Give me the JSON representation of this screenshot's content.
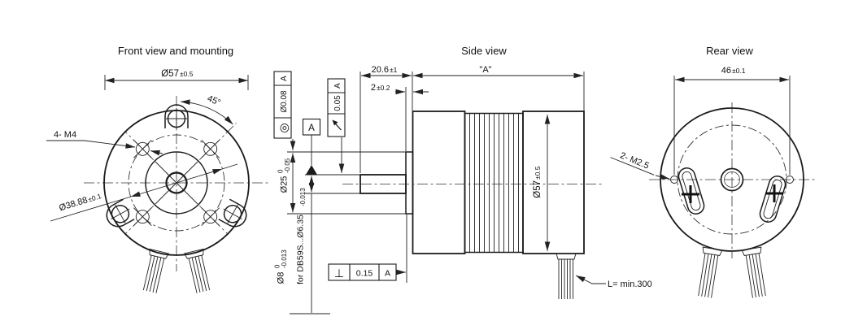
{
  "colors": {
    "line": "#1c1c1c",
    "background": "#ffffff"
  },
  "front_view": {
    "title": "Front view and mounting",
    "outer_diameter": "Ø57",
    "outer_diameter_tol": "±0.5",
    "angle": "45°",
    "mount_holes": "4- M4",
    "bolt_circle": "Ø38.88",
    "bolt_circle_tol": "±0.1"
  },
  "side_view": {
    "title": "Side view",
    "shaft_length": "20.6",
    "shaft_length_tol": "±1",
    "body_length": "\"A\"",
    "boss_thickness": "2",
    "boss_thickness_tol": "±0.2",
    "pilot_diameter": "Ø25",
    "pilot_tol_upper": "0",
    "pilot_tol_lower": "-0.05",
    "shaft_diameter": "Ø8",
    "shaft_tol_upper": "0",
    "shaft_tol_lower": "-0.013",
    "shaft_note": "for DB59S...Ø6.35",
    "shaft_note_tol": "-0.013",
    "body_diameter": "Ø57",
    "body_diameter_tol": "±0.5",
    "lead_length": "L= min.300",
    "datum": "A",
    "fcf_concentricity": {
      "symbol": "◎",
      "tolerance": "Ø0.08",
      "datum": "A"
    },
    "fcf_runout": {
      "tolerance": "0.05",
      "datum": "A"
    },
    "fcf_perpendicularity": {
      "symbol": "⊥",
      "tolerance": "0.15",
      "datum": "A"
    }
  },
  "rear_view": {
    "title": "Rear view",
    "hole_spacing": "46",
    "hole_spacing_tol": "±0.1",
    "mount_holes": "2- M2.5"
  }
}
